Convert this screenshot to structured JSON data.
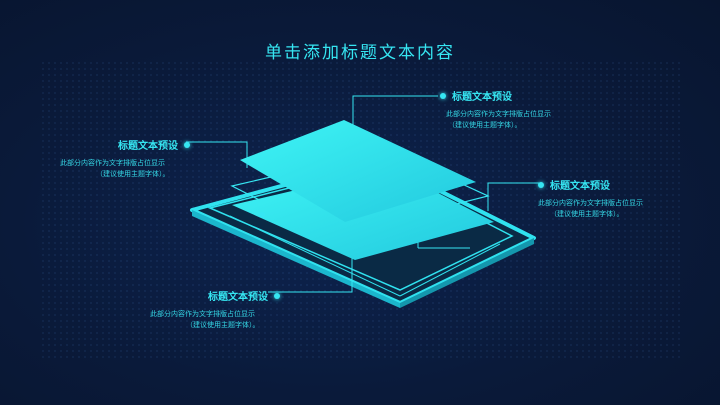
{
  "page_title": "单击添加标题文本内容",
  "blocks": [
    {
      "title": "标题文本预设",
      "desc_line1": "此部分内容作为文字排版占位显示",
      "desc_line2": "（建议使用主题字体）。"
    },
    {
      "title": "标题文本预设",
      "desc_line1": "此部分内容作为文字排版占位显示",
      "desc_line2": "（建议使用主题字体）。"
    },
    {
      "title": "标题文本预设",
      "desc_line1": "此部分内容作为文字排版占位显示",
      "desc_line2": "（建议使用主题字体）。"
    },
    {
      "title": "标题文本预设",
      "desc_line1": "此部分内容作为文字排版占位显示",
      "desc_line2": "（建议使用主题字体）。"
    }
  ],
  "colors": {
    "accent": "#36e6f2",
    "background": "#0a1a3a"
  },
  "icons": [
    "bullet-dot-icon",
    "layered-device-illustration"
  ]
}
